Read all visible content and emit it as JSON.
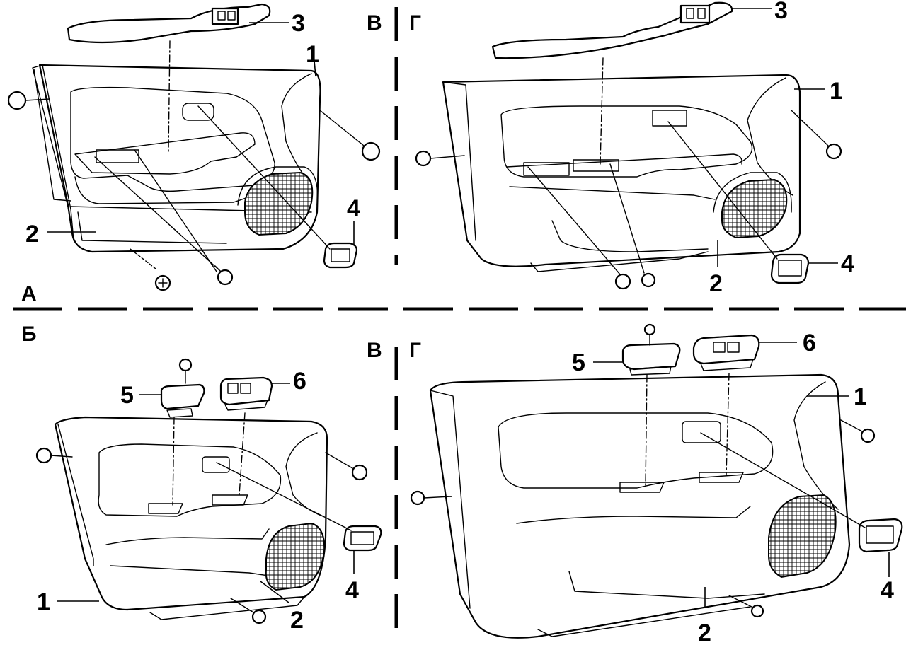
{
  "sections": {
    "a": "А",
    "b": "Б",
    "v": "В",
    "g": "Г"
  },
  "callouts": {
    "c1": "1",
    "c2": "2",
    "c3": "3",
    "c4": "4",
    "c5": "5",
    "c6": "6"
  }
}
